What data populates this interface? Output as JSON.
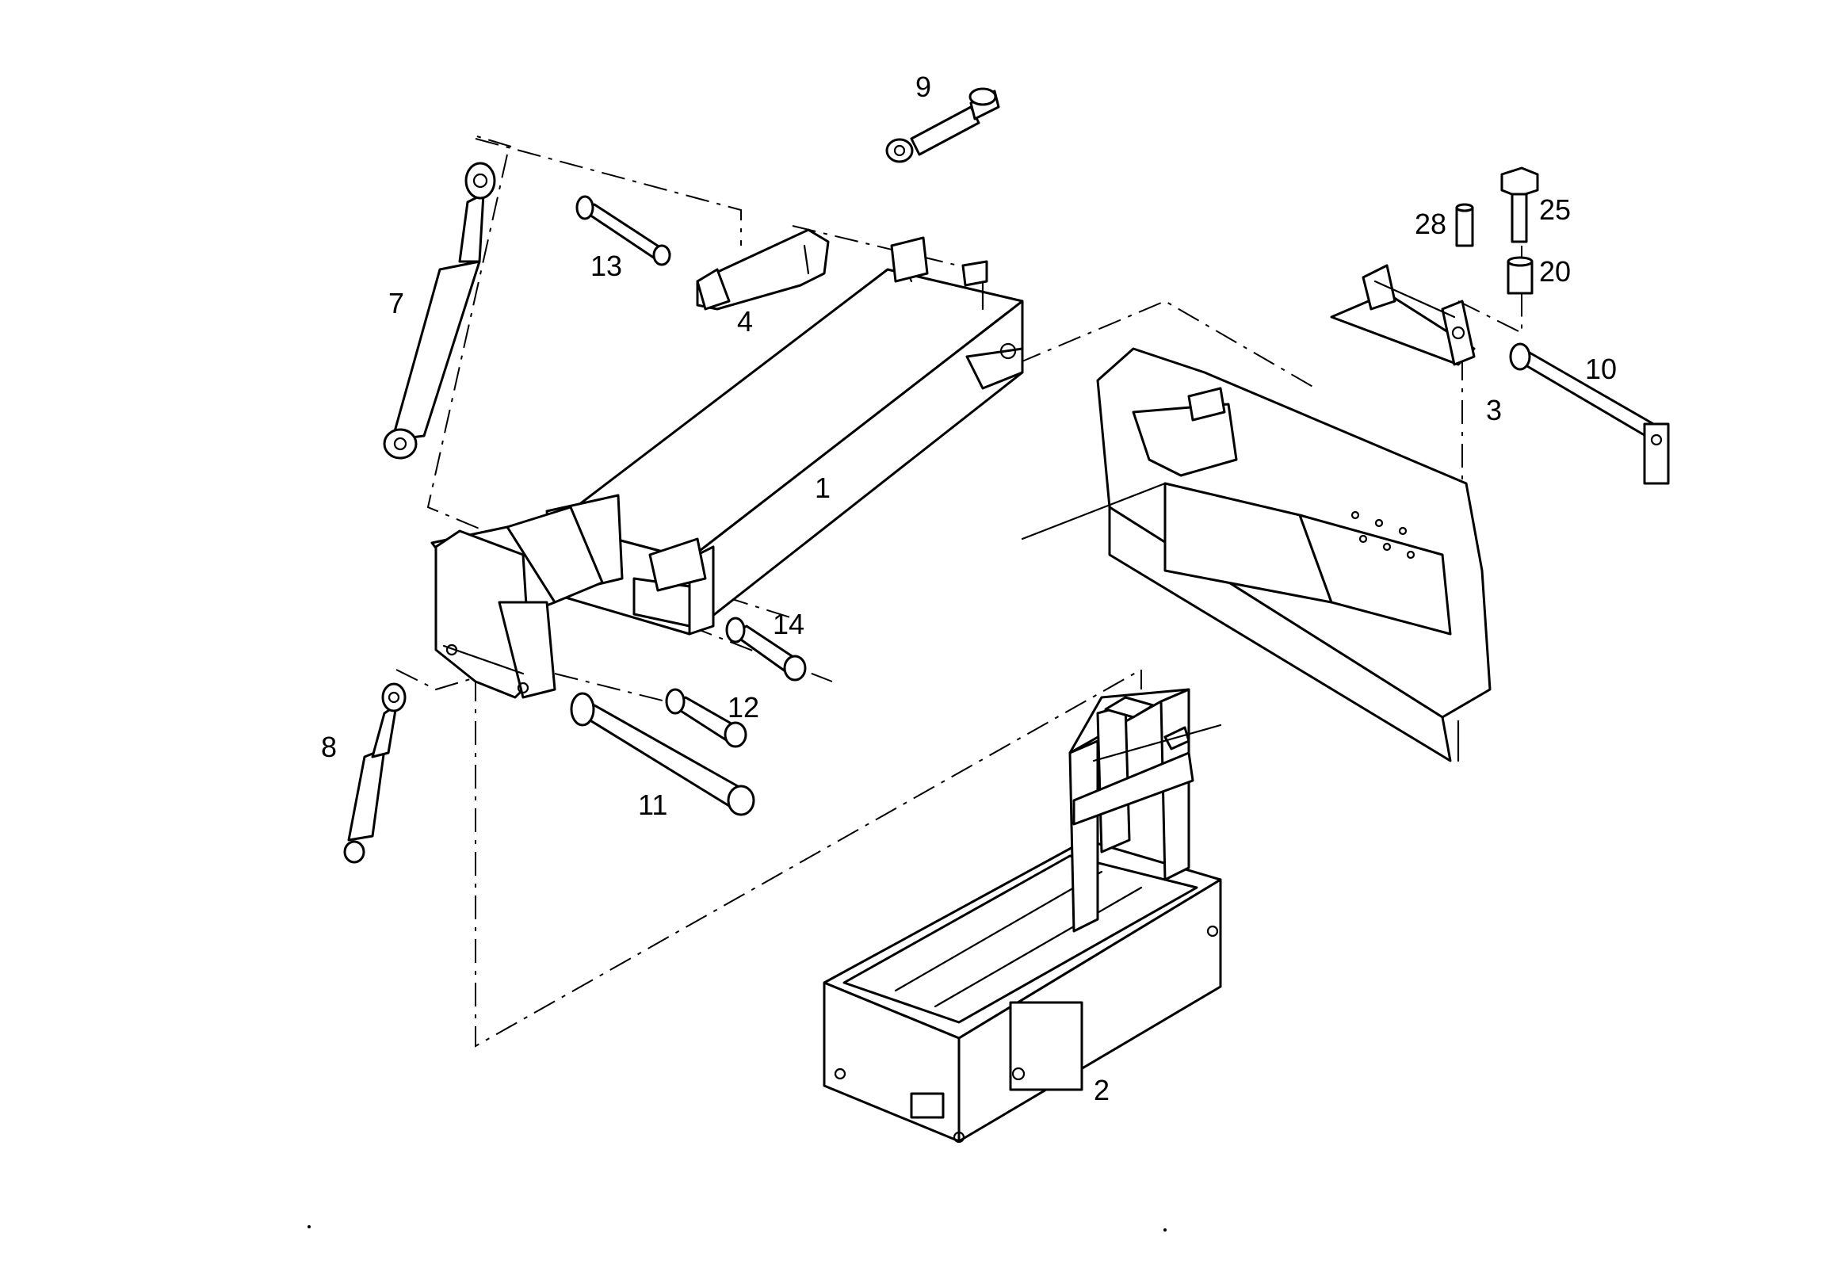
{
  "callouts": {
    "c1": "1",
    "c2": "2",
    "c3": "3",
    "c4": "4",
    "c7": "7",
    "c8": "8",
    "c9": "9",
    "c10": "10",
    "c11": "11",
    "c12": "12",
    "c13": "13",
    "c14": "14",
    "c20": "20",
    "c25": "25",
    "c28": "28"
  }
}
